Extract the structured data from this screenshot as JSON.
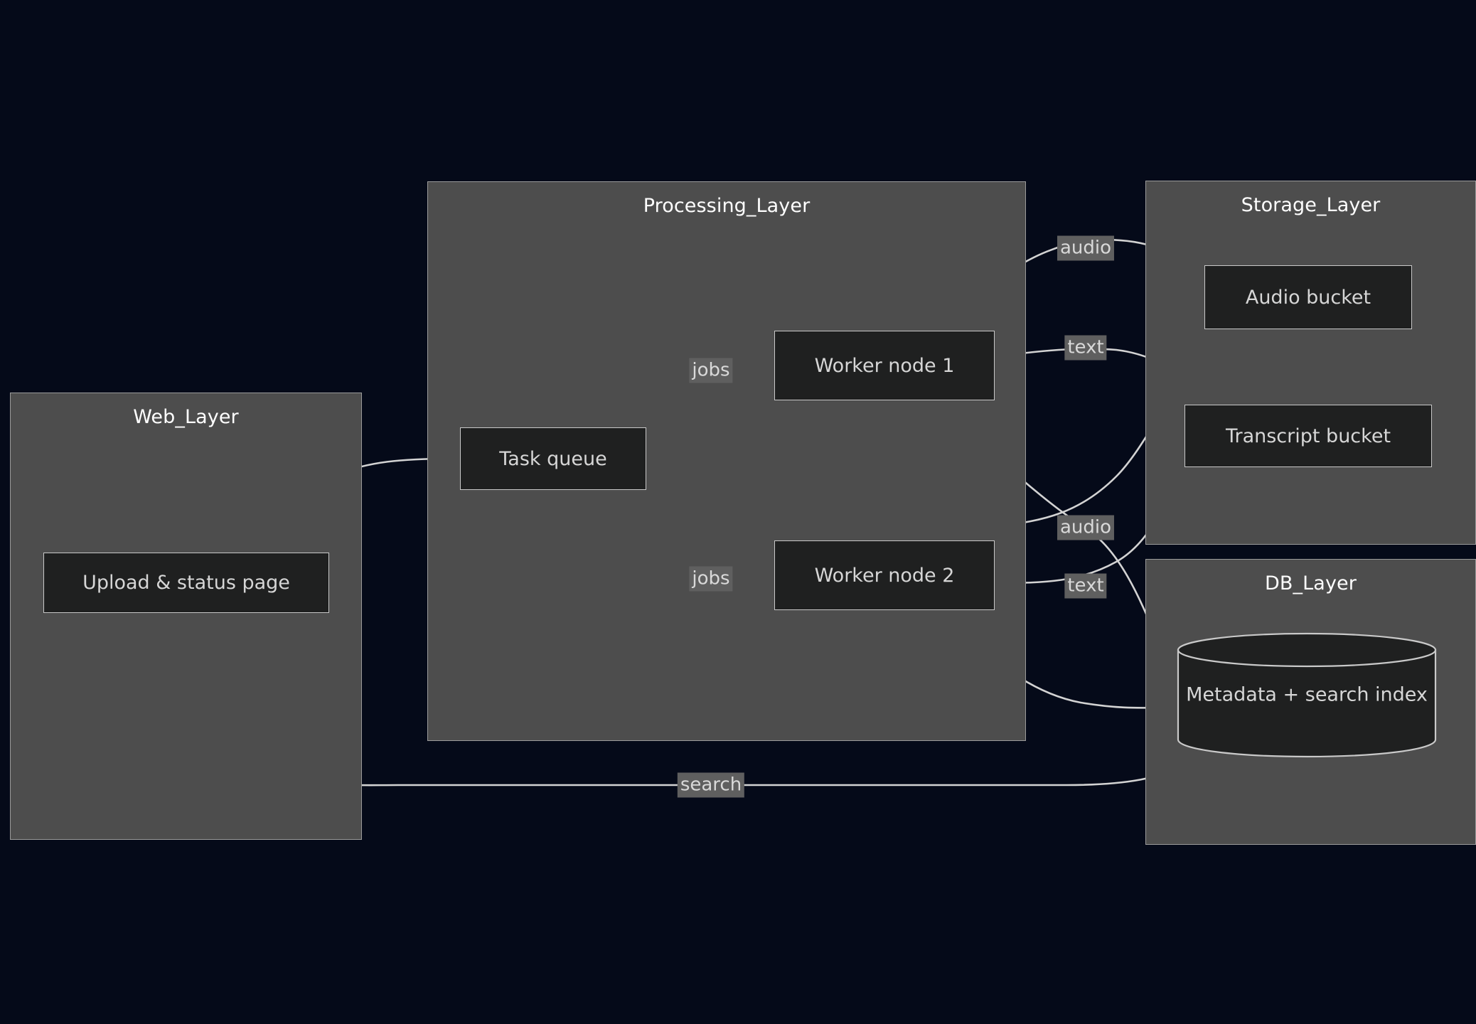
{
  "diagram": {
    "type": "flowchart",
    "background_color": "#050a19",
    "cluster_fill": "#4d4d4d",
    "cluster_stroke": "#9b9b9b",
    "node_fill": "#1f2020",
    "node_stroke": "#c9c9c9",
    "edge_stroke": "#d3d3d3",
    "edge_label_fill": "#5f5f5f",
    "text_color": "#d6d6d6",
    "title_color": "#ffffff"
  },
  "clusters": [
    {
      "id": "web",
      "label": "Web_Layer"
    },
    {
      "id": "processing",
      "label": "Processing_Layer"
    },
    {
      "id": "storage",
      "label": "Storage_Layer"
    },
    {
      "id": "db",
      "label": "DB_Layer"
    }
  ],
  "nodes": [
    {
      "id": "upload",
      "label": "Upload & status page",
      "cluster": "web",
      "shape": "rect"
    },
    {
      "id": "queue",
      "label": "Task queue",
      "cluster": "processing",
      "shape": "rect"
    },
    {
      "id": "worker1",
      "label": "Worker node 1",
      "cluster": "processing",
      "shape": "rect"
    },
    {
      "id": "worker2",
      "label": "Worker node 2",
      "cluster": "processing",
      "shape": "rect"
    },
    {
      "id": "audiobucket",
      "label": "Audio bucket",
      "cluster": "storage",
      "shape": "rect"
    },
    {
      "id": "transcriptbucket",
      "label": "Transcript bucket",
      "cluster": "storage",
      "shape": "rect"
    },
    {
      "id": "metadata",
      "label": "Metadata + search index",
      "cluster": "db",
      "shape": "cylinder"
    }
  ],
  "edges": [
    {
      "from": "upload",
      "to": "queue",
      "label": ""
    },
    {
      "from": "queue",
      "to": "worker1",
      "label": "jobs"
    },
    {
      "from": "queue",
      "to": "worker2",
      "label": "jobs"
    },
    {
      "from": "worker1",
      "to": "audiobucket",
      "label": "audio"
    },
    {
      "from": "worker1",
      "to": "transcriptbucket",
      "label": "text"
    },
    {
      "from": "worker2",
      "to": "audiobucket",
      "label": "audio"
    },
    {
      "from": "worker2",
      "to": "transcriptbucket",
      "label": "text"
    },
    {
      "from": "worker1",
      "to": "metadata",
      "label": ""
    },
    {
      "from": "worker2",
      "to": "metadata",
      "label": ""
    },
    {
      "from": "metadata",
      "to": "upload",
      "label": "search"
    }
  ],
  "edge_labels": {
    "jobs_top": "jobs",
    "jobs_bottom": "jobs",
    "audio_top": "audio",
    "text_top": "text",
    "audio_bottom": "audio",
    "text_bottom": "text",
    "search": "search"
  }
}
